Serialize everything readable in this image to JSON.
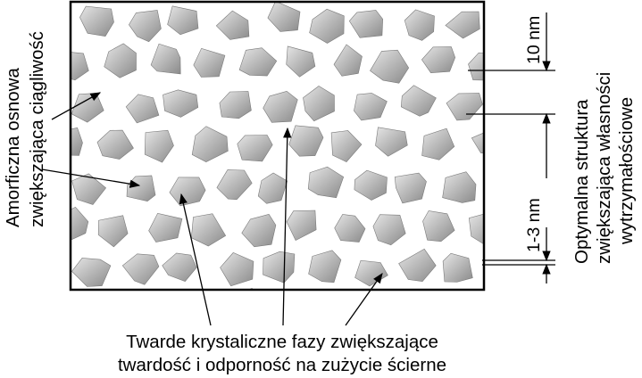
{
  "labels": {
    "left_line1": "Amorficzna osnowa",
    "left_line2": "zwiększająca ciągliwość",
    "bottom_line1": "Twarde krystaliczne fazy zwiększające",
    "bottom_line2": "twardość i odporność na zużycie ścierne",
    "right_line1": "Optymalna struktura",
    "right_line2": "zwiększająca własności",
    "right_line3": "wytrzymałościowe",
    "dim_top": "10 nm",
    "dim_bottom": "1-3 nm"
  },
  "colors": {
    "grain_light": "#e4e4e4",
    "grain_dark": "#8c8c8c",
    "matrix": "#ffffff",
    "line": "#000000"
  }
}
